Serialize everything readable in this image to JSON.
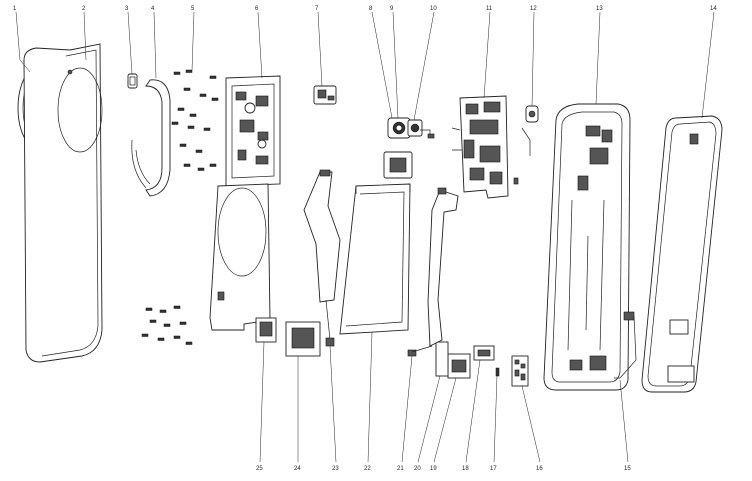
{
  "diagram": {
    "callouts_top": [
      "1",
      "2",
      "3",
      "4",
      "5",
      "6",
      "7",
      "8",
      "9",
      "10",
      "11",
      "12",
      "13",
      "14"
    ],
    "callouts_bottom": [
      "15",
      "16",
      "17",
      "18",
      "19",
      "20",
      "21",
      "22",
      "23",
      "24",
      "25"
    ]
  }
}
